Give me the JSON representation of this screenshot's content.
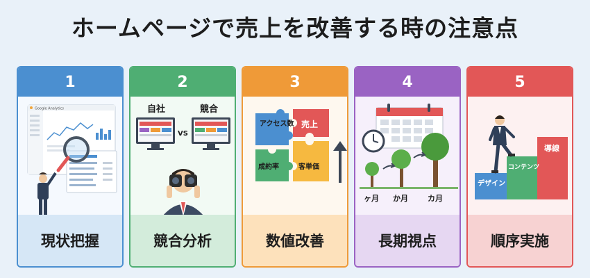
{
  "title": "ホームページで売上を改善する時の注意点",
  "colors": {
    "background": "#e9f1f9",
    "card1": "#4b8fd0",
    "card2": "#4fae73",
    "card3": "#ef9a38",
    "card4": "#9a63c3",
    "card5": "#e25757"
  },
  "cards": [
    {
      "number": "1",
      "label": "現状把握",
      "illustration": {
        "icon": "analytics-dashboard-icon",
        "app_name": "Google Analytics"
      }
    },
    {
      "number": "2",
      "label": "競合分析",
      "illustration": {
        "icon": "binoculars-competitor-icon",
        "left_label": "自社",
        "vs_label": "VS",
        "right_label": "競合"
      }
    },
    {
      "number": "3",
      "label": "数値改善",
      "illustration": {
        "icon": "puzzle-metrics-icon",
        "pieces": [
          "アクセス数",
          "売上",
          "成約率",
          "客単価"
        ]
      }
    },
    {
      "number": "4",
      "label": "長期視点",
      "illustration": {
        "icon": "calendar-growth-icon",
        "months": [
          "ヶ月",
          "か月",
          "カ月"
        ]
      }
    },
    {
      "number": "5",
      "label": "順序実施",
      "illustration": {
        "icon": "stairs-steps-icon",
        "steps": [
          "デザイン",
          "コンテンツ",
          "導線"
        ]
      }
    }
  ]
}
